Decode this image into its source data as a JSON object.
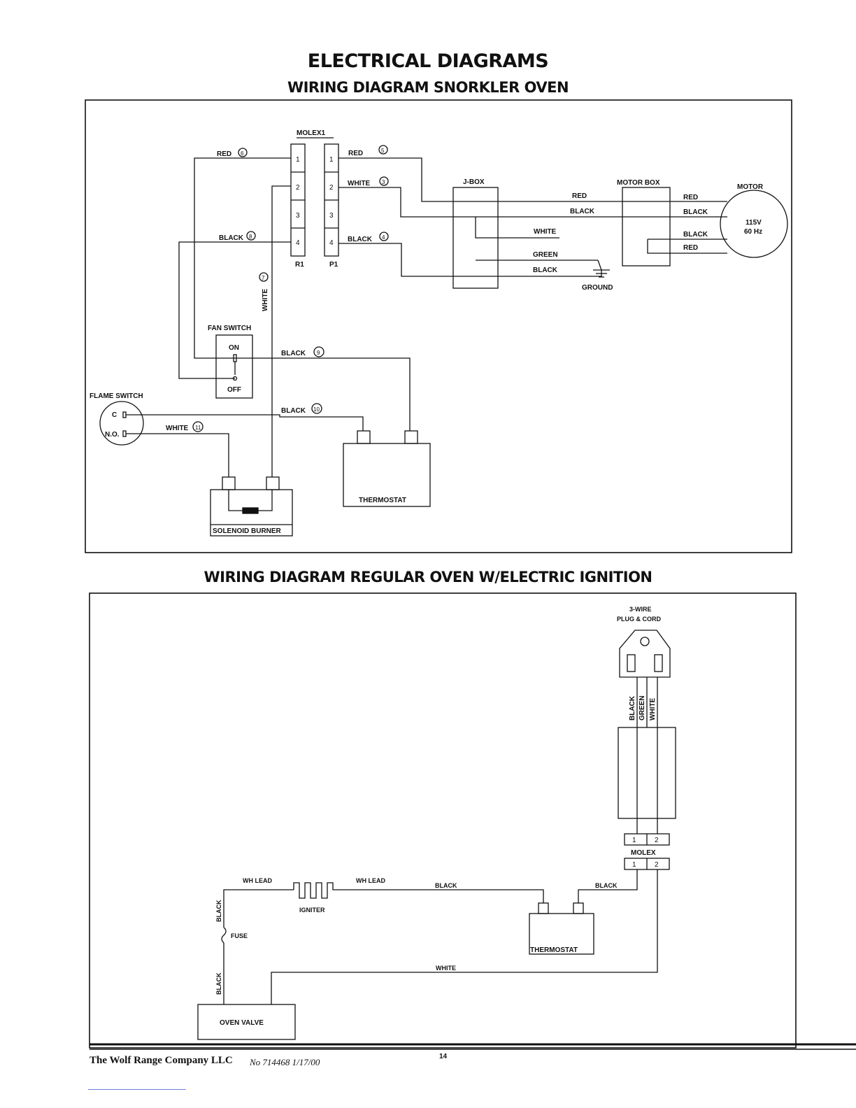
{
  "page": {
    "title": "ELECTRICAL DIAGRAMS",
    "footer_company": "The Wolf Range Company LLC",
    "footer_doc": "No  714468  1/17/00",
    "page_number": "14"
  },
  "diagram_snorkler": {
    "title": "WIRING DIAGRAM SNORKLER OVEN",
    "labels": {
      "molex": "MOLEX1",
      "r1": "R1",
      "p1": "P1",
      "jbox": "J-BOX",
      "motor_box": "MOTOR BOX",
      "motor": "MOTOR",
      "motor_v": "115V",
      "motor_hz": "60 Hz",
      "ground": "GROUND",
      "fan_switch": "FAN SWITCH",
      "on": "ON",
      "off": "OFF",
      "flame_switch": "FLAME SWITCH",
      "c": "C",
      "no": "N.O.",
      "thermostat": "THERMOSTAT",
      "solenoid": "SOLENOID BURNER"
    },
    "pins": [
      "1",
      "2",
      "3",
      "4"
    ],
    "wires": {
      "red6": "RED",
      "n6": "6",
      "black8": "BLACK",
      "n8": "8",
      "red5": "RED",
      "n5": "5",
      "white3": "WHITE",
      "n3": "3",
      "black4": "BLACK",
      "n4": "4",
      "white7": "WHITE",
      "n7": "7",
      "black9": "BLACK",
      "n9": "9",
      "black10": "BLACK",
      "n10": "10",
      "white11": "WHITE",
      "n11": "11",
      "jbox_red": "RED",
      "jbox_black": "BLACK",
      "jbox_white": "WHITE",
      "jbox_green": "GREEN",
      "jbox_black2": "BLACK",
      "mb_red": "RED",
      "mb_black": "BLACK",
      "mb_black2": "BLACK",
      "mb_red2": "RED"
    }
  },
  "diagram_regular": {
    "title": "WIRING DIAGRAM REGULAR OVEN W/ELECTRIC IGNITION",
    "labels": {
      "plug1": "3-WIRE",
      "plug2": "PLUG & CORD",
      "molex": "MOLEX",
      "igniter": "IGNITER",
      "fuse": "FUSE",
      "thermostat": "THERMOSTAT",
      "oven_valve": "OVEN VALVE"
    },
    "pins": [
      "1",
      "2"
    ],
    "wires": {
      "cord_black": "BLACK",
      "cord_green": "GREEN",
      "cord_white": "WHITE",
      "wh_lead1": "WH LEAD",
      "wh_lead2": "WH LEAD",
      "black1": "BLACK",
      "black2": "BLACK",
      "black_v1": "BLACK",
      "black_v2": "BLACK",
      "white": "WHITE"
    }
  }
}
